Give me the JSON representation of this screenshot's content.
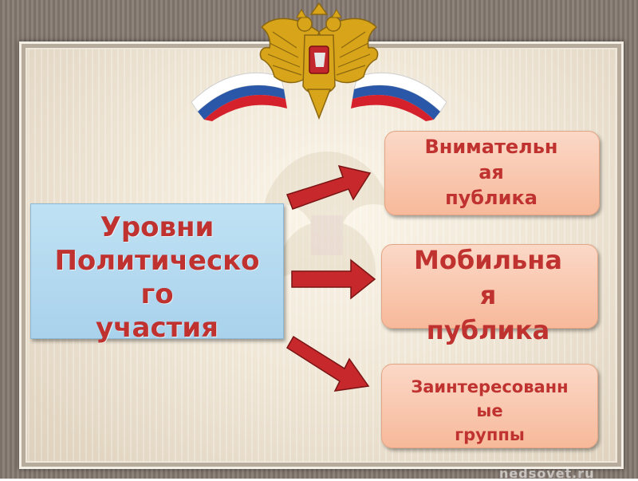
{
  "title": {
    "lines": [
      "Уровни",
      "Политическо",
      "го",
      "участия"
    ]
  },
  "levels": [
    {
      "lines": [
        "Внимательн",
        "ая",
        "публика"
      ]
    },
    {
      "lines": [
        "Мобильна",
        "я",
        "публика"
      ]
    },
    {
      "lines": [
        "Заинтересованн",
        "ые",
        "группы"
      ]
    }
  ],
  "watermark_text": "nedsovet.ru",
  "colors": {
    "title_text": "#c0322f",
    "title_box": "#aed6ef",
    "level_box": "#f9c6ad",
    "arrow": "#c6282b",
    "flag_white": "#ffffff",
    "flag_blue": "#2a57a8",
    "flag_red": "#d4212b",
    "emblem_gold": "#d8a419"
  },
  "icons": [
    "russian-coat-of-arms",
    "russian-flag-ribbon",
    "arrow-right"
  ]
}
